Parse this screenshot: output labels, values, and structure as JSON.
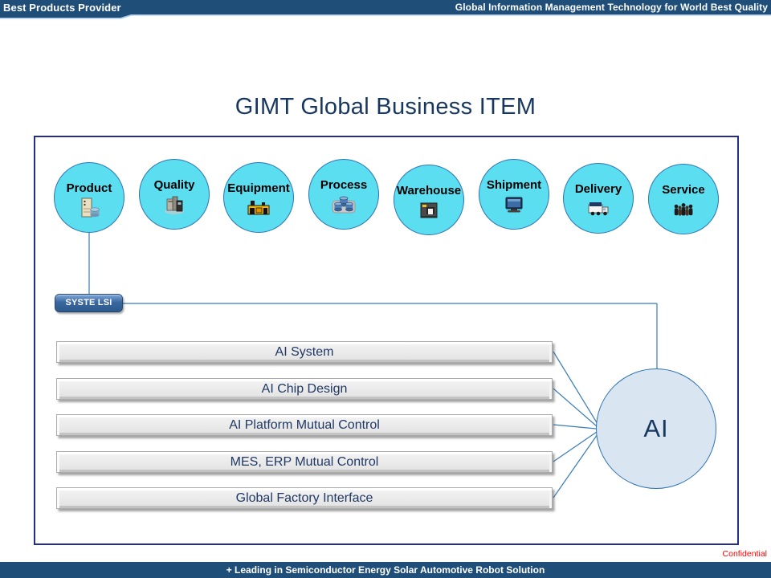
{
  "header": {
    "left_text": "Best Products Provider",
    "right_text": "Global Information Management Technology for World Best Quality"
  },
  "title": "GIMT Global Business ITEM",
  "diagram": {
    "circles": [
      {
        "label": "Product",
        "icon": "product-icon"
      },
      {
        "label": "Quality",
        "icon": "quality-icon"
      },
      {
        "label": "Equipment",
        "icon": "equipment-icon"
      },
      {
        "label": "Process",
        "icon": "process-icon"
      },
      {
        "label": "Warehouse",
        "icon": "warehouse-icon"
      },
      {
        "label": "Shipment",
        "icon": "shipment-icon"
      },
      {
        "label": "Delivery",
        "icon": "delivery-icon"
      },
      {
        "label": "Service",
        "icon": "service-icon"
      }
    ],
    "badge_label": "SYSTE LSI",
    "bars": [
      "AI System",
      "AI Chip Design",
      "AI Platform Mutual Control",
      "MES, ERP Mutual Control",
      "Global Factory Interface"
    ],
    "ai_label": "AI"
  },
  "footer": {
    "confidential": "Confidential",
    "banner": "+ Leading in Semiconductor Energy Solar Automotive Robot Solution"
  },
  "colors": {
    "header_bar": "#1F4E79",
    "header_light_edge": "#A9C7E7",
    "title_navy": "#17375E",
    "box_border": "#232E8C",
    "circle_cyan": "#5BDEF0",
    "circle_border": "#2E74B5",
    "connector_blue": "#2E74B5",
    "ai_circle_fill": "#D9E6F2",
    "bar_text_navy": "#1F3864",
    "confidential_red": "#FF0000"
  }
}
